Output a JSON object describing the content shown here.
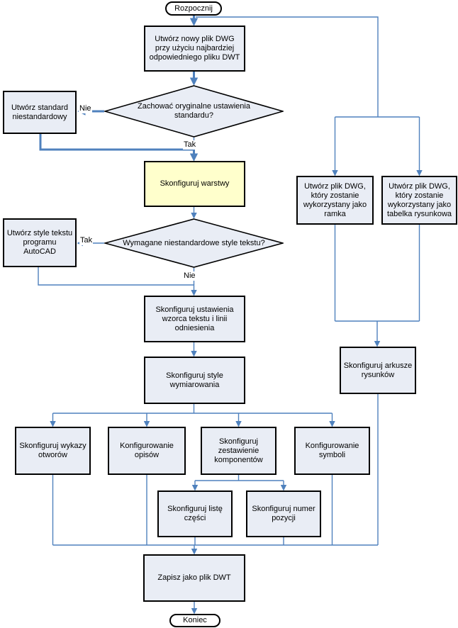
{
  "colors": {
    "line": "#4f81bd",
    "box_fill": "#e9edf5",
    "highlight_fill": "#ffffcc",
    "shape_border": "#000000",
    "background": "#ffffff",
    "text": "#000000"
  },
  "nodes": {
    "start": {
      "type": "terminator",
      "label": "Rozpocznij"
    },
    "create_dwg": {
      "type": "process",
      "label": "Utwórz nowy plik DWG przy użyciu najbardziej odpowiedniego pliku DWT"
    },
    "decision_standard": {
      "type": "decision",
      "label": "Zachować oryginalne ustawienia standardu?"
    },
    "custom_standard": {
      "type": "process",
      "label": "Utwórz standard niestandardowy"
    },
    "configure_layers": {
      "type": "process",
      "label": "Skonfiguruj warstwy"
    },
    "decision_text_styles": {
      "type": "decision",
      "label": "Wymagane niestandardowe style tekstu?"
    },
    "autocad_text_styles": {
      "type": "process",
      "label": "Utwórz style tekstu programu AutoCAD"
    },
    "text_leader_settings": {
      "type": "process",
      "label": "Skonfiguruj ustawienia wzorca tekstu i linii odniesienia"
    },
    "dimension_styles": {
      "type": "process",
      "label": "Skonfiguruj style wymiarowania"
    },
    "dwg_frame": {
      "type": "process",
      "label": "Utwórz plik DWG, który zostanie wykorzystany jako ramka"
    },
    "dwg_title_block": {
      "type": "process",
      "label": "Utwórz plik DWG, który zostanie wykorzystany jako tabelka rysunkowa"
    },
    "drawing_sheets": {
      "type": "process",
      "label": "Skonfiguruj arkusze rysunków"
    },
    "hole_charts": {
      "type": "process",
      "label": "Skonfiguruj wykazy otworów"
    },
    "annotations": {
      "type": "process",
      "label": "Konfigurowanie opisów"
    },
    "component_sets": {
      "type": "process",
      "label": "Skonfiguruj zestawienie komponentów"
    },
    "symbols": {
      "type": "process",
      "label": "Konfigurowanie symboli"
    },
    "parts_list": {
      "type": "process",
      "label": "Skonfiguruj listę części"
    },
    "item_number": {
      "type": "process",
      "label": "Skonfiguruj numer pozycji"
    },
    "save_dwt": {
      "type": "process",
      "label": "Zapisz jako plik DWT"
    },
    "end": {
      "type": "terminator",
      "label": "Koniec"
    }
  },
  "edge_labels": {
    "decision1_no": "Nie",
    "decision1_yes": "Tak",
    "decision2_yes": "Tak",
    "decision2_no": "Nie"
  }
}
